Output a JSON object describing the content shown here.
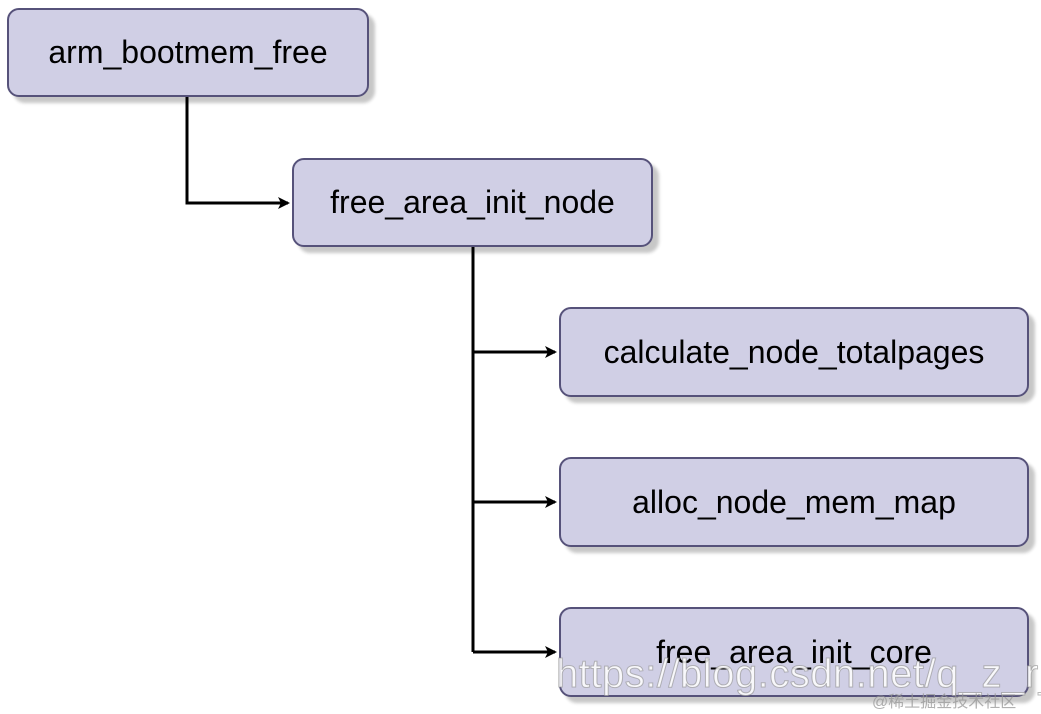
{
  "diagram": {
    "nodes": [
      {
        "id": "arm_bootmem_free",
        "label": "arm_bootmem_free"
      },
      {
        "id": "free_area_init_node",
        "label": "free_area_init_node"
      },
      {
        "id": "calculate_node_totalpages",
        "label": "calculate_node_totalpages"
      },
      {
        "id": "alloc_node_mem_map",
        "label": "alloc_node_mem_map"
      },
      {
        "id": "free_area_init_core",
        "label": "free_area_init_core"
      }
    ],
    "edges": [
      {
        "from": "arm_bootmem_free",
        "to": "free_area_init_node"
      },
      {
        "from": "free_area_init_node",
        "to": "calculate_node_totalpages"
      },
      {
        "from": "free_area_init_node",
        "to": "alloc_node_mem_map"
      },
      {
        "from": "free_area_init_node",
        "to": "free_area_init_core"
      }
    ],
    "colors": {
      "node_fill": "#d0cfe5",
      "node_border": "#56527a",
      "edge": "#000000"
    }
  },
  "watermark": {
    "url_text": "https://blog.csdn.net/q_z_r_s",
    "community_text": "@稀土掘金技术社区"
  }
}
